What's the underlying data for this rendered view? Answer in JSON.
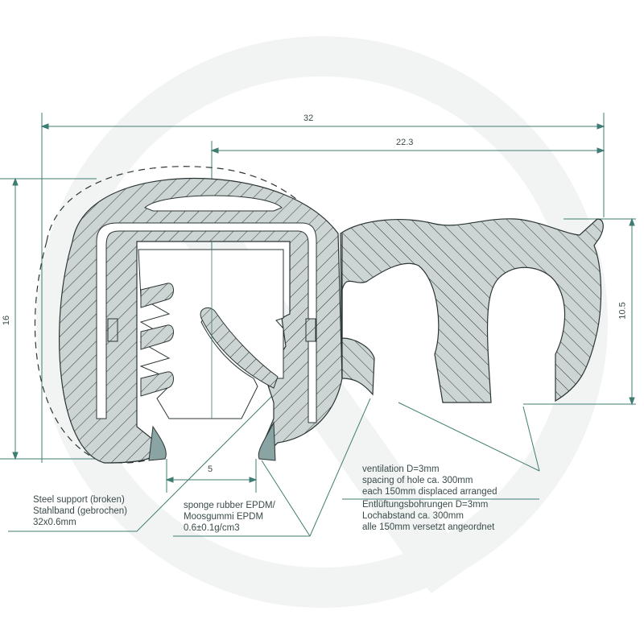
{
  "drawing": {
    "title": "Edge protection profile with bulb seal cross-section",
    "colors": {
      "fill": "#cdd5d4",
      "fill_dark": "#8aa3a3",
      "outline": "#2b3535",
      "dimension_line": "#3f7d72",
      "text": "#3a4a4a",
      "watermark": "#f1f3f3"
    }
  },
  "dimensions": {
    "total_width": "32",
    "bulb_width": "22.3",
    "total_height": "16",
    "bulb_height": "10.5",
    "opening_width": "5"
  },
  "annotations": {
    "steel_support": [
      "Steel support (broken)",
      "Stahlband (gebrochen)",
      "32x0.6mm"
    ],
    "sponge_rubber": [
      "sponge rubber EPDM/",
      "Moosgummi EPDM",
      "0.6±0.1g/cm3"
    ],
    "ventilation_en": [
      "ventilation D=3mm",
      "spacing of hole ca. 300mm",
      "each 150mm displaced arranged"
    ],
    "ventilation_de": [
      "Entlüftungsbohrungen D=3mm",
      "Lochabstand ca. 300mm",
      "alle 150mm versetzt angeordnet"
    ]
  }
}
